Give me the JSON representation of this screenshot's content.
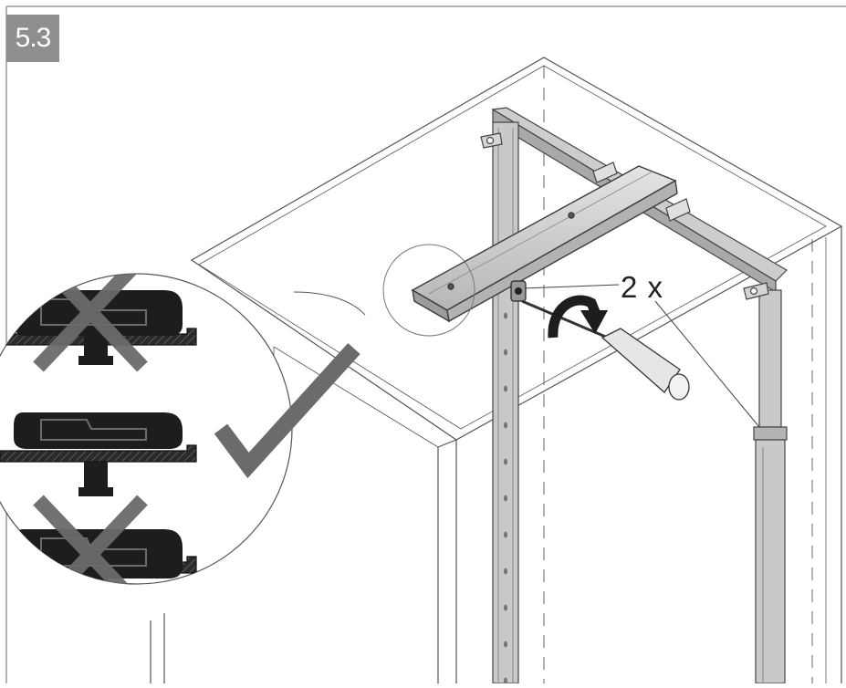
{
  "step": {
    "number": "5.3"
  },
  "callout": {
    "quantity_label": "2 x"
  },
  "colors": {
    "line": "#555555",
    "steel": "#c7c7c7",
    "steel_dark": "#8d8d8d",
    "mark": "#6b6b6b",
    "dark": "#1d1d1d",
    "badge": "#8e8e8e"
  },
  "detail_states": [
    {
      "name": "wrong",
      "mark": "cross-icon"
    },
    {
      "name": "correct",
      "mark": "check-icon"
    },
    {
      "name": "wrong",
      "mark": "cross-icon"
    }
  ]
}
